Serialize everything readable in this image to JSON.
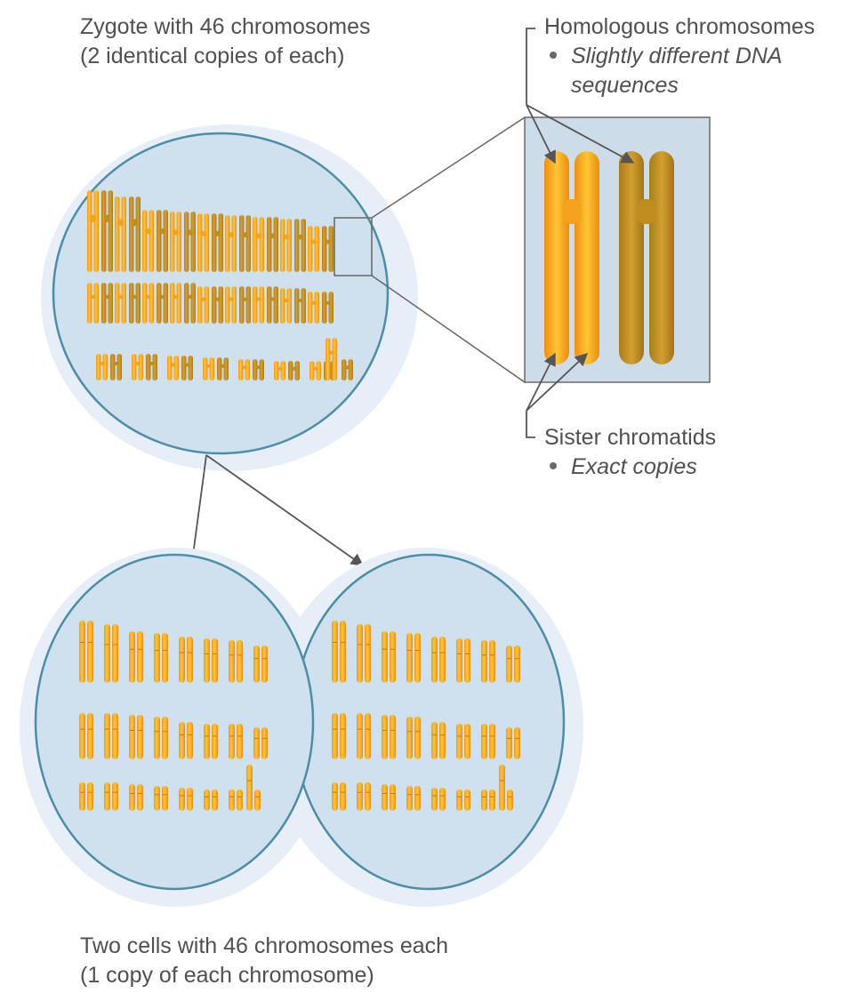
{
  "zygote_caption": {
    "line1": "Zygote with 46 chromosomes",
    "line2": "(2 identical copies of each)"
  },
  "homologous_caption": {
    "title": "Homologous chromosomes",
    "bullet_line1": "Slightly different DNA",
    "bullet_line2": "sequences"
  },
  "sister_caption": {
    "title": "Sister chromatids",
    "bullet": "Exact copies"
  },
  "daughter_caption": {
    "line1": "Two cells with 46 chromosomes each",
    "line2": "(1 copy of each chromosome)"
  },
  "colors": {
    "cell_fill": "#cfe0ee",
    "cell_rim": "#e6eff7",
    "cell_border": "#4e8da6",
    "chromosome_light": "#f5a21c",
    "chromosome_dark": "#c08d1e",
    "arrow": "#555555",
    "zoom_box_fill": "#ccdde9"
  }
}
